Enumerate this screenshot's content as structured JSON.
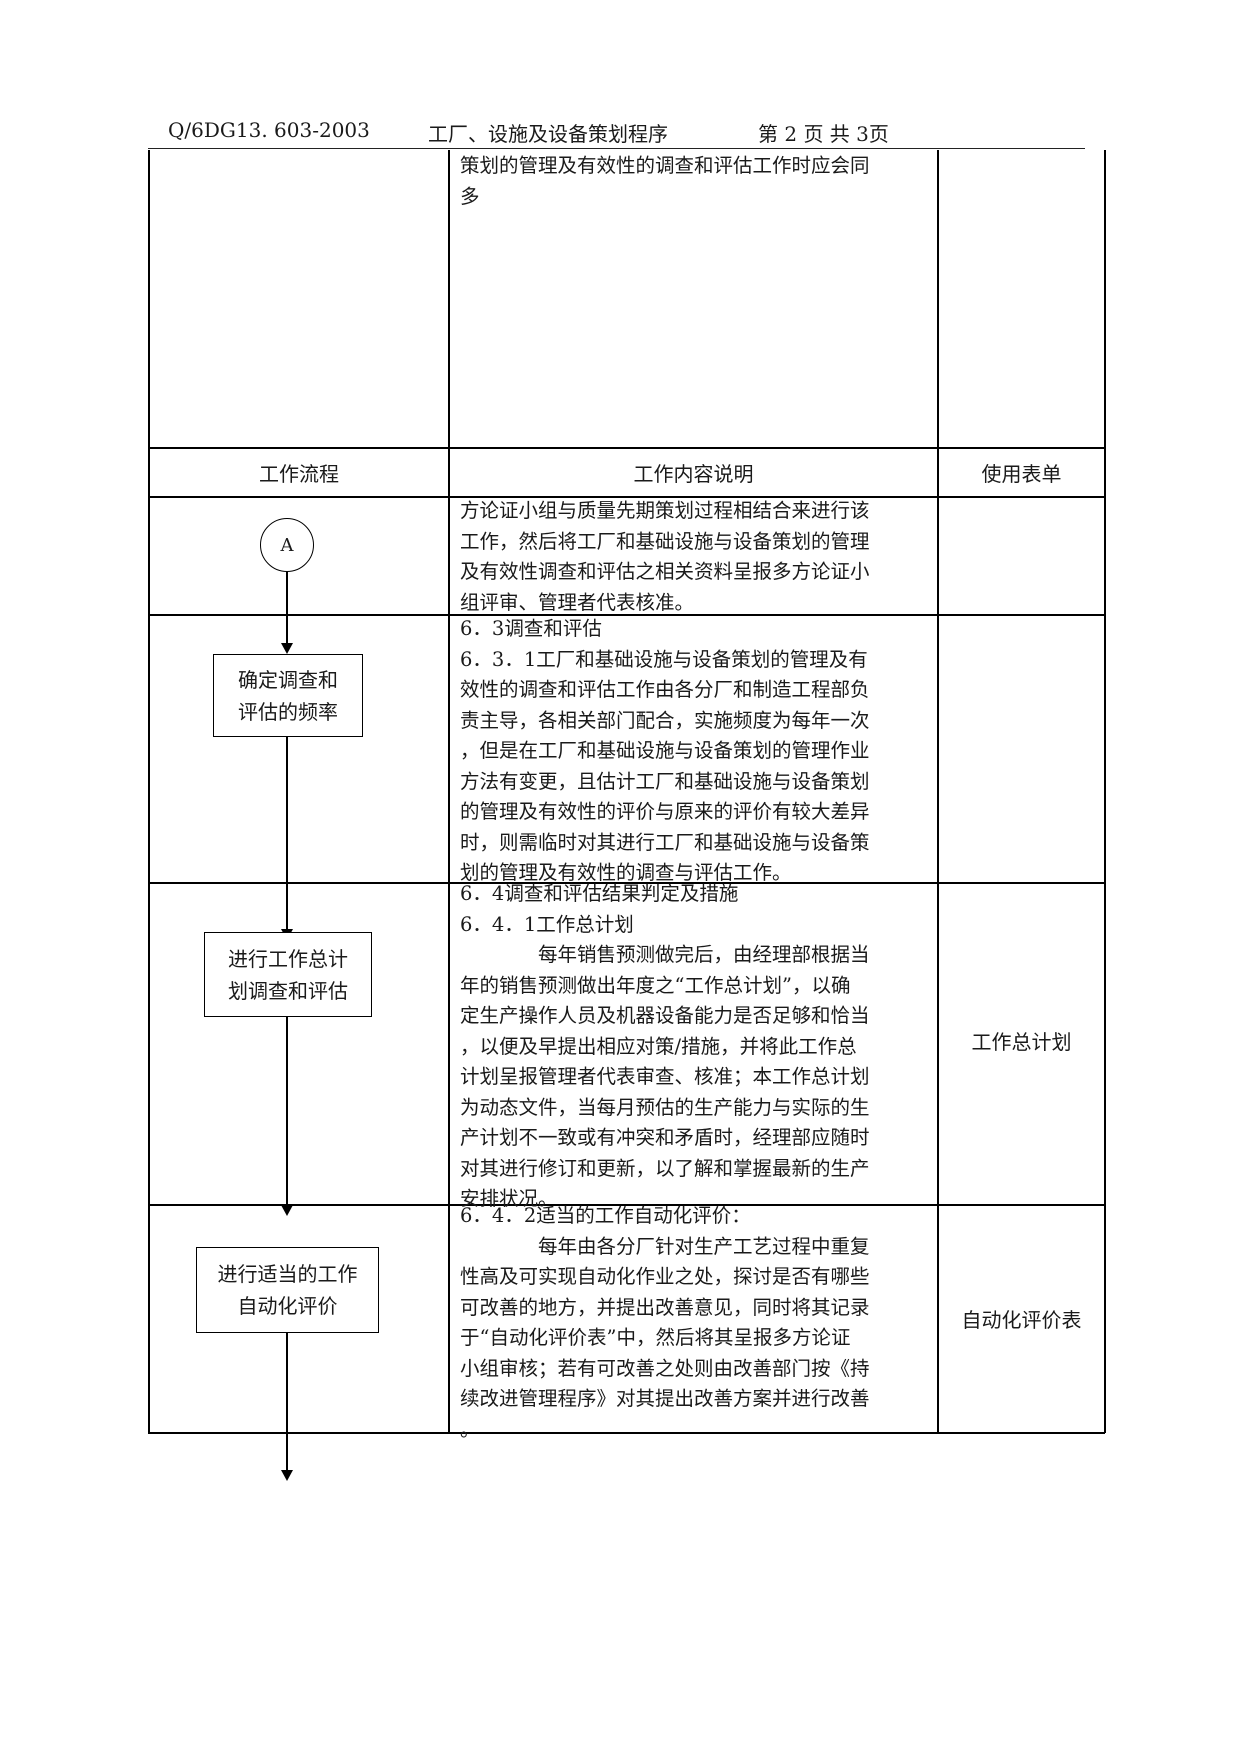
{
  "header": {
    "doc_code": "Q/6DG13. 603-2003",
    "title": "工厂、设施及设备策划程序",
    "page": "第 2 页  共 3页"
  },
  "table": {
    "columns": [
      "工作流程",
      "工作内容说明",
      "使用表单"
    ],
    "continued_text": [
      "策划的管理及有效性的调查和评估工作时应会同",
      "多"
    ],
    "rows": [
      {
        "flow": {
          "connector": "A"
        },
        "content": [
          "方论证小组与质量先期策划过程相结合来进行该",
          "工作，然后将工厂和基础设施与设备策划的管理",
          "及有效性调查和评估之相关资料呈报多方论证小",
          "组评审、管理者代表核准。"
        ],
        "form": ""
      },
      {
        "flow": {
          "box": [
            "确定调查和",
            "评估的频率"
          ]
        },
        "content": [
          "6．3调查和评估",
          "6．3．1工厂和基础设施与设备策划的管理及有",
          "效性的调查和评估工作由各分厂和制造工程部负",
          "责主导，各相关部门配合，实施频度为每年一次",
          "，但是在工厂和基础设施与设备策划的管理作业",
          "方法有变更，且估计工厂和基础设施与设备策划",
          "的管理及有效性的评价与原来的评价有较大差异",
          "时，则需临时对其进行工厂和基础设施与设备策",
          "划的管理及有效性的调查与评估工作。"
        ],
        "form": ""
      },
      {
        "flow": {
          "box": [
            "进行工作总计",
            "划调查和评估"
          ]
        },
        "content": [
          "6．4调查和评估结果判定及措施",
          "6．4．1工作总计划",
          "　　　　每年销售预测做完后，由经理部根据当",
          "年的销售预测做出年度之“工作总计划”，以确",
          "定生产操作人员及机器设备能力是否足够和恰当",
          "，以便及早提出相应对策/措施，并将此工作总",
          "计划呈报管理者代表审查、核准；本工作总计划",
          "为动态文件，当每月预估的生产能力与实际的生",
          "产计划不一致或有冲突和矛盾时，经理部应随时",
          "对其进行修订和更新，以了解和掌握最新的生产",
          "安排状况。"
        ],
        "form": "工作总计划"
      },
      {
        "flow": {
          "box": [
            "进行适当的工作",
            "自动化评价"
          ]
        },
        "content": [
          "6．4．2适当的工作自动化评价：",
          "　　　　每年由各分厂针对生产工艺过程中重复",
          "性高及可实现自动化作业之处，探讨是否有哪些",
          "可改善的地方，并提出改善意见，同时将其记录",
          "于“自动化评价表”中，然后将其呈报多方论证",
          "小组审核；若有可改善之处则由改善部门按《持",
          "续改进管理程序》对其提出改善方案并进行改善",
          "。"
        ],
        "form": "自动化评价表"
      }
    ]
  }
}
